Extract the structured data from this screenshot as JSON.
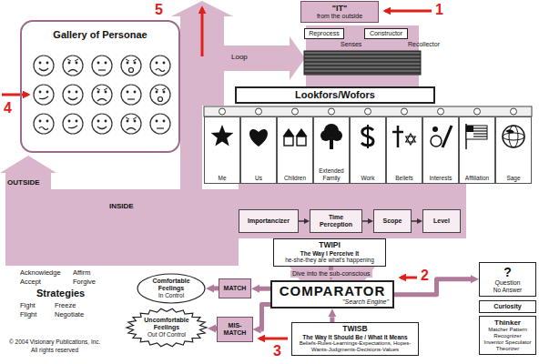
{
  "diagram": {
    "nodes": [
      {
        "text": [
          "\"IT\"",
          "from the outside"
        ]
      },
      {
        "text": [
          "Reprocess"
        ]
      },
      {
        "text": [
          "Constructor"
        ]
      },
      {
        "text": [
          "Gallery of Personae"
        ]
      },
      {
        "text": [
          "Lookfors/Wofors"
        ]
      },
      {
        "text": [
          "Me"
        ]
      },
      {
        "text": [
          "Us"
        ]
      },
      {
        "text": [
          "Children"
        ]
      },
      {
        "text": [
          "Extended Family"
        ]
      },
      {
        "text": [
          "Work"
        ]
      },
      {
        "text": [
          "Beliefs"
        ]
      },
      {
        "text": [
          "Interests"
        ]
      },
      {
        "text": [
          "Affiliation"
        ]
      },
      {
        "text": [
          "Sage"
        ]
      },
      {
        "text": [
          "Importancizer"
        ]
      },
      {
        "text": [
          "Time Perception"
        ]
      },
      {
        "text": [
          "Scope"
        ]
      },
      {
        "text": [
          "Level"
        ]
      },
      {
        "text": [
          "TWIPI",
          "The Way I Perceive It",
          "he-she-they are what's happening"
        ]
      },
      {
        "text": [
          "COMPARATOR",
          "\"Search Engine\""
        ]
      },
      {
        "text": [
          "TWISB",
          "The Way It Should Be / What It Means",
          "Beliefs-Rules-Learnings-Expectations, Hopes-Wants-Judgments-Decisions-Values"
        ]
      },
      {
        "text": [
          "?",
          "Question",
          "No Answer"
        ]
      },
      {
        "text": [
          "Curiosity"
        ]
      },
      {
        "text": [
          "Thinker",
          "Matcher Pattern Recognizer Inventor Speculator Theorizer"
        ]
      },
      {
        "text": [
          "Comfortable Feelings",
          "In Control"
        ]
      },
      {
        "text": [
          "MATCH"
        ]
      },
      {
        "text": [
          "Uncomfortable Feelings",
          "Out Of Control"
        ]
      },
      {
        "text": [
          "MIS-MATCH"
        ]
      }
    ],
    "edges": [
      {
        "from": 14,
        "to": 15,
        "arrow": "to"
      },
      {
        "from": 15,
        "to": 16,
        "arrow": "to"
      },
      {
        "from": 16,
        "to": 17,
        "arrow": "to"
      },
      {
        "from": 18,
        "to": 19,
        "arrow": "to"
      },
      {
        "from": 20,
        "to": 19,
        "arrow": "to"
      },
      {
        "from": 19,
        "to": 25,
        "arrow": "to"
      },
      {
        "from": 19,
        "to": 27,
        "arrow": "to"
      },
      {
        "from": 25,
        "to": 24,
        "arrow": "to"
      },
      {
        "from": 27,
        "to": 26,
        "arrow": "to"
      },
      {
        "from": 19,
        "to": 21,
        "arrow": "to"
      }
    ],
    "labels": [
      "1",
      "Senses",
      "Recollector",
      "5",
      "Loop",
      "4",
      "OUTSIDE",
      "INSIDE",
      "Dive into the sub-conscious",
      "2",
      "Acknowledge",
      "Affirm",
      "Accept",
      "Forgive",
      "Strategies",
      "Fight",
      "Freeze",
      "Flight",
      "Negotiate",
      "3",
      "© 2004 Visionary Publications, Inc.",
      "All rights reserved"
    ]
  }
}
